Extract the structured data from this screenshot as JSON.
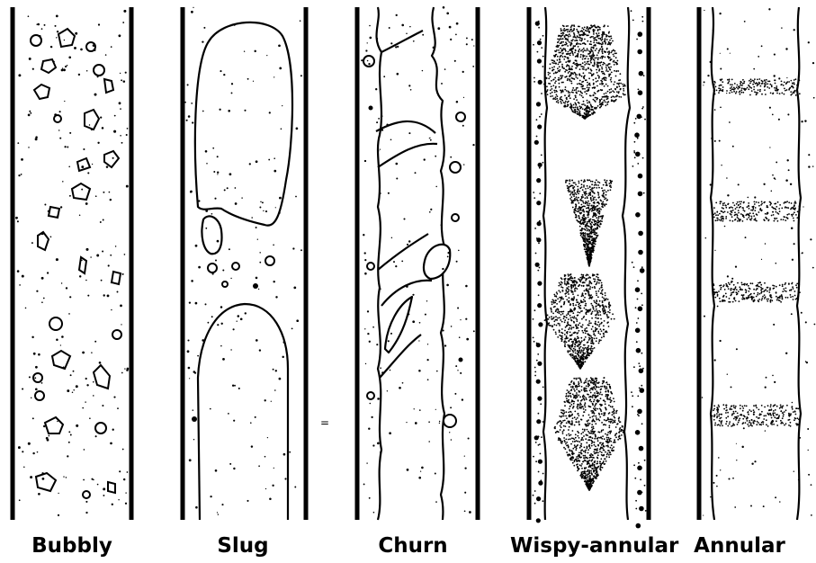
{
  "panels": [
    {
      "label": "Bubbly"
    },
    {
      "label": "Slug"
    },
    {
      "label": "Churn"
    },
    {
      "label": "Wispy-annular"
    },
    {
      "label": "Annular"
    }
  ]
}
